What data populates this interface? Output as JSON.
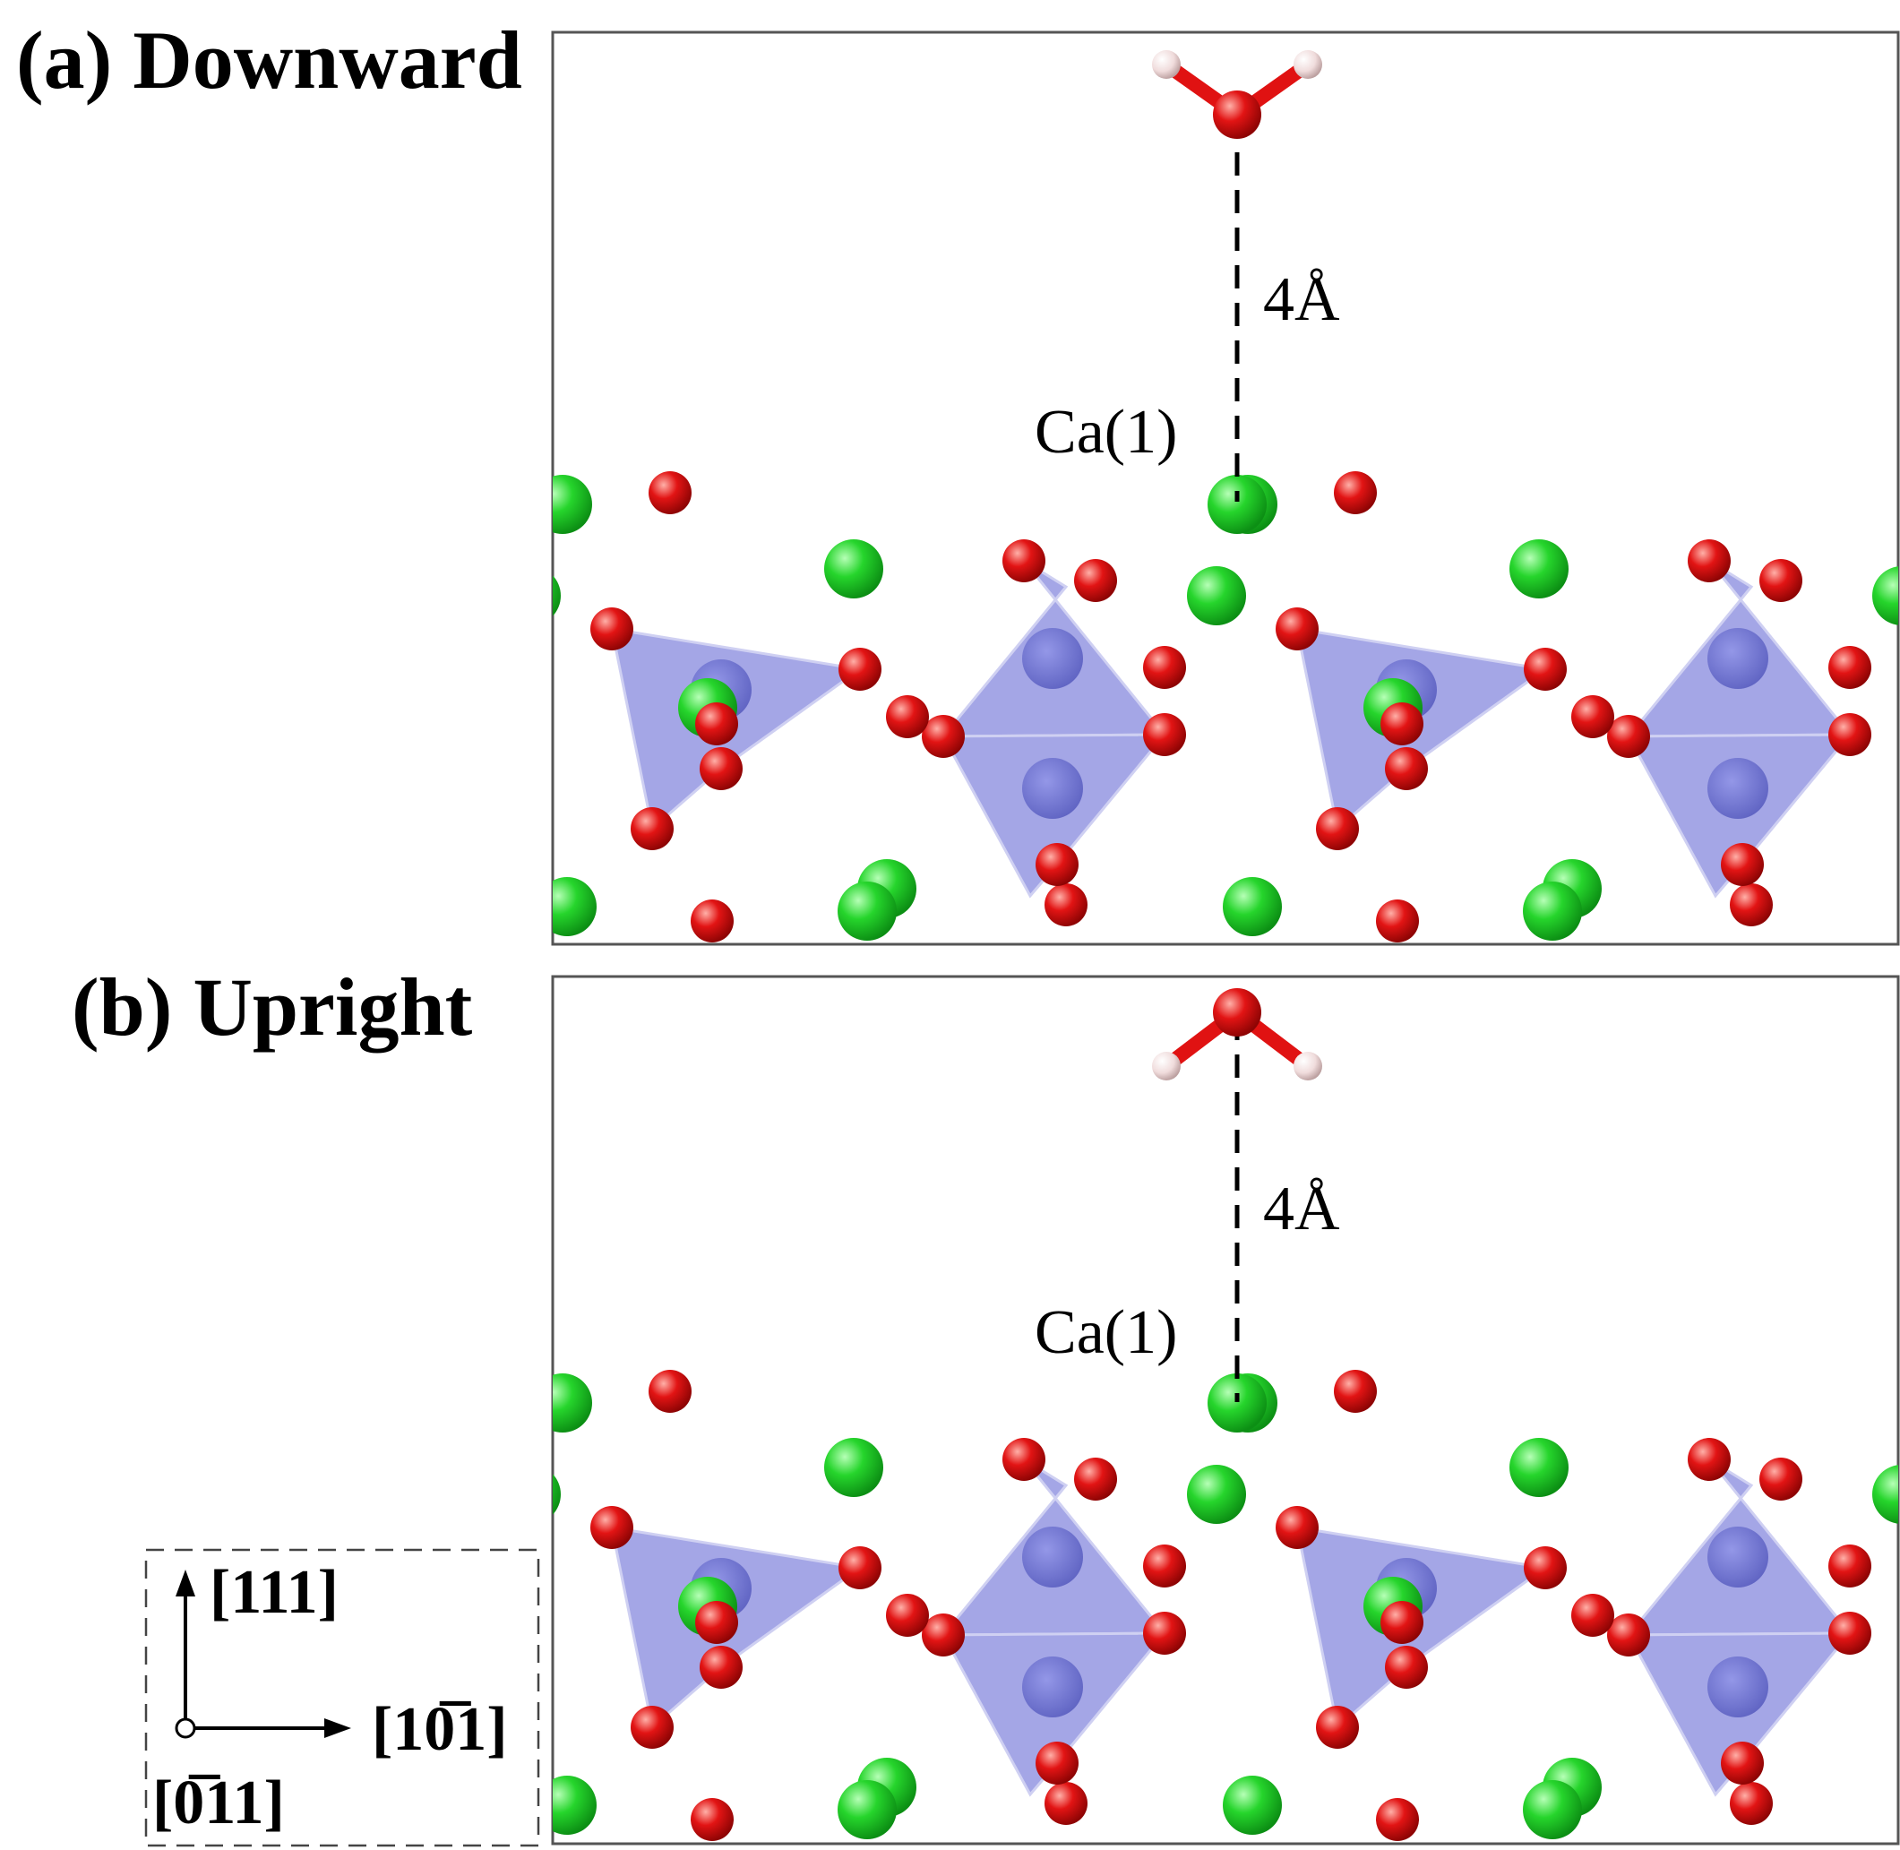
{
  "panels": [
    {
      "id": "a",
      "title": "(a) Downward",
      "water_orientation": "downward",
      "distance_label": "4Å",
      "site_label": "Ca(1)"
    },
    {
      "id": "b",
      "title": "(b) Upright",
      "water_orientation": "upright",
      "distance_label": "4Å",
      "site_label": "Ca(1)"
    }
  ],
  "axes_legend": {
    "vertical_label": "[111]",
    "horizontal_label": "[10̅1]",
    "out_of_plane_label": "[0̅11]"
  },
  "colors": {
    "calcium": "#1fcf2a",
    "oxygen": "#e01212",
    "hydrogen": "#f1dede",
    "tetrahedron": "#6c6fd6",
    "frame": "#555555"
  }
}
